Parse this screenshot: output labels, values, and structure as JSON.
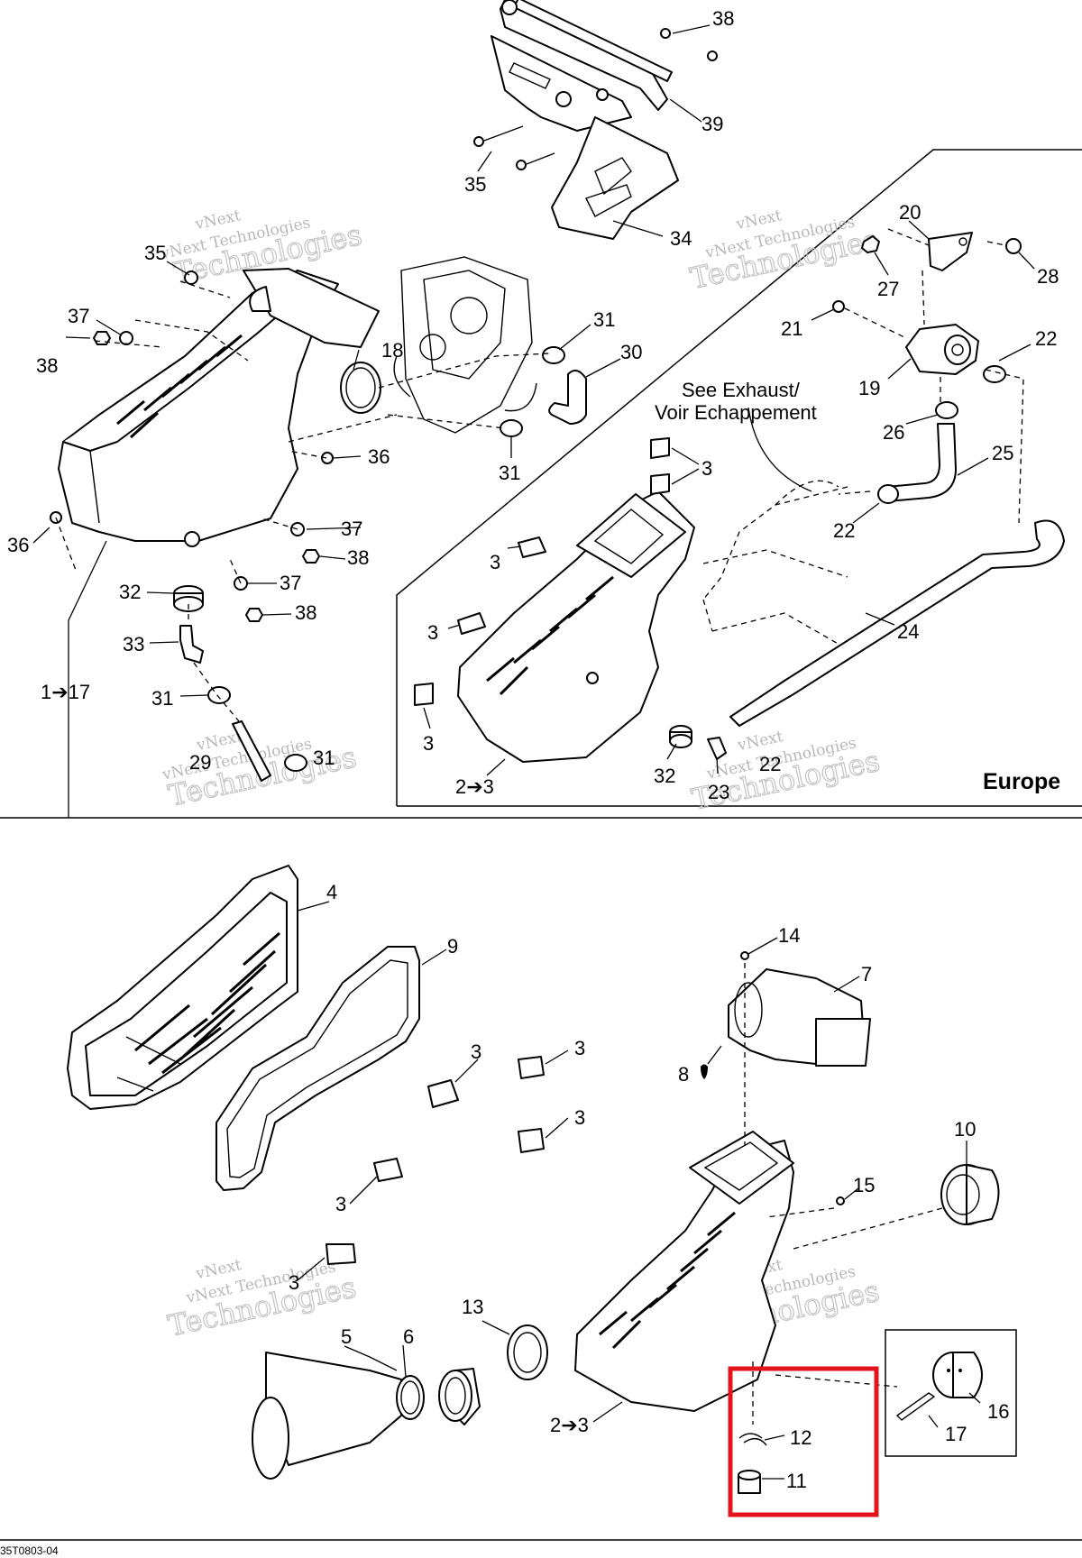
{
  "diagram": {
    "doc_code": "35T0803-04",
    "region_label": "Europe",
    "exhaust_note_line1": "See Exhaust/",
    "exhaust_note_line2": "Voir Echappement",
    "highlight_color": "#e3141b",
    "watermark": {
      "line1": "vNext",
      "line2": "vNext Technologies",
      "line3": "Technologies"
    },
    "callouts": {
      "c38a": "38",
      "c39": "39",
      "c35a": "35",
      "c34": "34",
      "c35b": "35",
      "c37a": "37",
      "c38b": "38",
      "c18": "18",
      "c31a": "31",
      "c30": "30",
      "c36a": "36",
      "c31b": "31",
      "c36b": "36",
      "c37b": "37",
      "c38c": "38",
      "c32a": "32",
      "c37c": "37",
      "c38d": "38",
      "c33": "33",
      "c1to17": "1➔17",
      "c31c": "31",
      "c29": "29",
      "c31d": "31",
      "c20": "20",
      "c27": "27",
      "c28": "28",
      "c21": "21",
      "c22a": "22",
      "c19": "19",
      "c26": "26",
      "c25": "25",
      "c22b": "22",
      "c24": "24",
      "c3a": "3",
      "c3b": "3",
      "c3c": "3",
      "c3d": "3",
      "c2to3a": "2➔3",
      "c32b": "32",
      "c23": "23",
      "c22c": "22",
      "c4": "4",
      "c9": "9",
      "c14": "14",
      "c7": "7",
      "c8": "8",
      "c3e": "3",
      "c3f": "3",
      "c3g": "3",
      "c3h": "3",
      "c3i": "3",
      "c10": "10",
      "c15": "15",
      "c5": "5",
      "c6": "6",
      "c13": "13",
      "c2to3b": "2➔3",
      "c12": "12",
      "c11": "11",
      "c16": "16",
      "c17": "17"
    }
  }
}
